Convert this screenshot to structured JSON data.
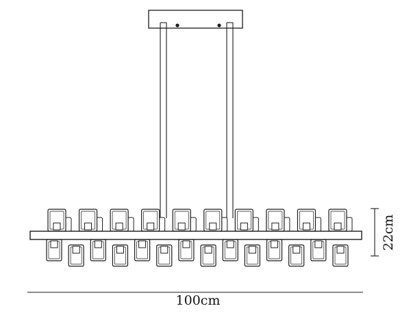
{
  "diagram": {
    "dimensions": {
      "width_label": "100cm",
      "height_label": "22cm"
    },
    "fixture": {
      "upper_shade_count": 10,
      "lower_shade_count": 14
    },
    "colors": {
      "line": "#1a1a1a",
      "background": "#ffffff"
    }
  }
}
